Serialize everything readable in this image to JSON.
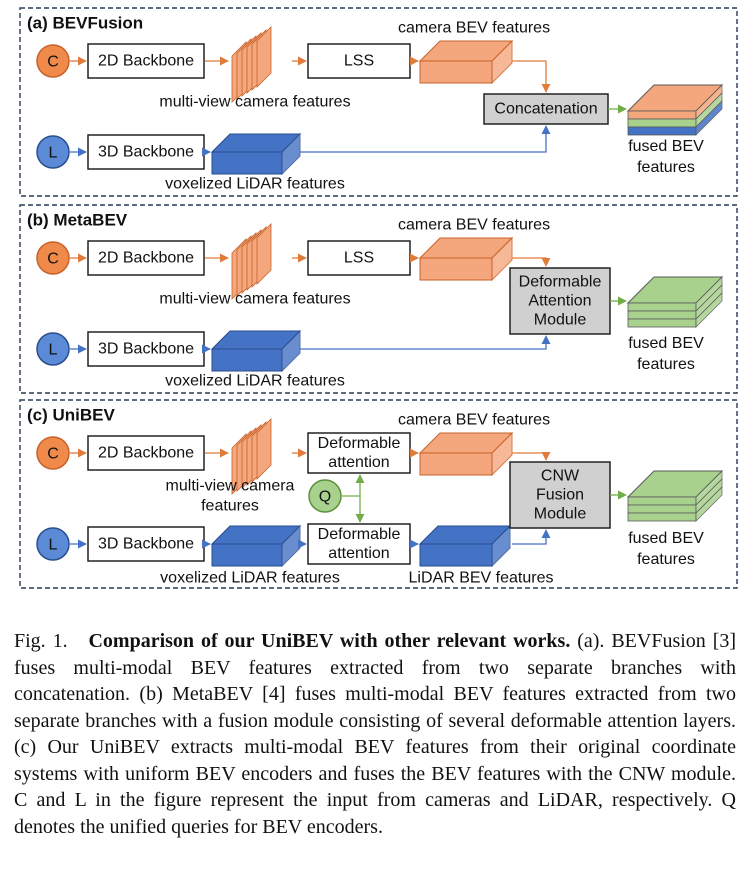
{
  "panels": [
    {
      "title": "(a) BEVFusion",
      "camera_input": "C",
      "lidar_input": "L",
      "camera_backbone": "2D Backbone",
      "lidar_backbone": "3D Backbone",
      "camera_features_label": "multi-view camera features",
      "lidar_features_label": "voxelized LiDAR features",
      "camera_transform": "LSS",
      "camera_bev_label": "camera BEV features",
      "fusion_lines": [
        "Concatenation"
      ],
      "output_label": [
        "fused BEV",
        "features"
      ]
    },
    {
      "title": "(b) MetaBEV",
      "camera_input": "C",
      "lidar_input": "L",
      "camera_backbone": "2D Backbone",
      "lidar_backbone": "3D Backbone",
      "camera_features_label": "multi-view camera features",
      "lidar_features_label": "voxelized LiDAR features",
      "camera_transform": "LSS",
      "camera_bev_label": "camera BEV features",
      "fusion_lines": [
        "Deformable",
        "Attention",
        "Module"
      ],
      "output_label": [
        "fused BEV",
        "features"
      ]
    },
    {
      "title": "(c) UniBEV",
      "camera_input": "C",
      "lidar_input": "L",
      "query_input": "Q",
      "camera_backbone": "2D Backbone",
      "lidar_backbone": "3D Backbone",
      "camera_features_label": [
        "multi-view camera",
        "features"
      ],
      "lidar_features_label": "voxelized LiDAR features",
      "camera_transform": [
        "Deformable",
        "attention"
      ],
      "lidar_transform": [
        "Deformable",
        "attention"
      ],
      "camera_bev_label": "camera BEV features",
      "lidar_bev_label": "LiDAR BEV features",
      "fusion_lines": [
        "CNW",
        "Fusion",
        "Module"
      ],
      "output_label": [
        "fused BEV",
        "features"
      ]
    }
  ],
  "colors": {
    "camera": "#f4a77c",
    "camera_edge": "#c8622a",
    "lidar": "#4472c4",
    "lidar_edge": "#2a4d8f",
    "fused": "#a9d18e",
    "fused_edge": "#5e8f3e",
    "module_fill": "#d0d0d0",
    "arrow_orange": "#e07b39",
    "arrow_blue": "#4472c4",
    "arrow_green": "#70ad47"
  },
  "caption": {
    "figure_number": "Fig. 1.",
    "title": "Comparison of our UniBEV with other relevant works.",
    "body": "(a). BEVFusion [3] fuses multi-modal BEV features extracted from two separate branches with concatenation. (b) MetaBEV [4] fuses multi-modal BEV features extracted from two separate branches with a fusion module consisting of several deformable attention layers. (c) Our UniBEV extracts multi-modal BEV features from their original coordinate systems with uniform BEV encoders and fuses the BEV features with the CNW module. C and L in the figure represent the input from cameras and LiDAR, respectively. Q denotes the unified queries for BEV encoders."
  }
}
